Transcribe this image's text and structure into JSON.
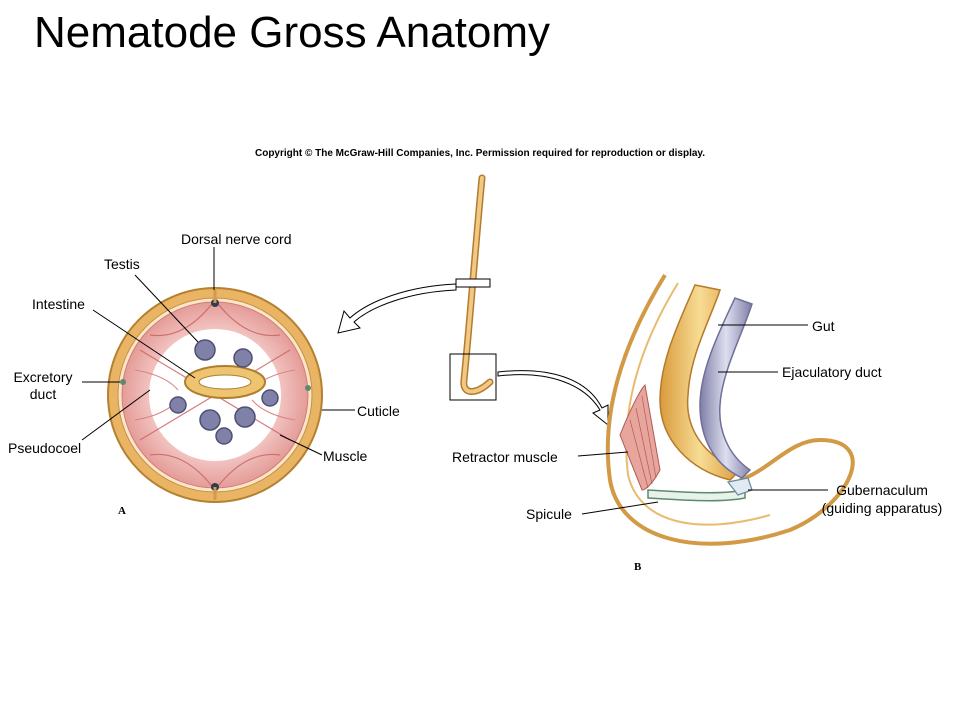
{
  "title": "Nematode Gross Anatomy",
  "copyright": "Copyright © The McGraw-Hill Companies, Inc. Permission required for reproduction or display.",
  "panel_a": {
    "letter": "A",
    "labels": {
      "dorsal_nerve_cord": "Dorsal nerve cord",
      "testis": "Testis",
      "intestine": "Intestine",
      "excretory_duct": "Excretory duct",
      "pseudocoel": "Pseudocoel",
      "cuticle": "Cuticle",
      "muscle": "Muscle"
    }
  },
  "panel_b": {
    "letter": "B",
    "labels": {
      "gut": "Gut",
      "ejaculatory_duct": "Ejaculatory duct",
      "retractor_muscle": "Retractor muscle",
      "spicule": "Spicule",
      "gubernaculum": "Gubernaculum",
      "gubernaculum_note": "(guiding apparatus)"
    }
  },
  "colors": {
    "cuticle": "#e6b46a",
    "muscle": "#e9a3a0",
    "muscle_dark": "#c65a5a",
    "gut": "#e8c06a",
    "duct": "#9c9cc0",
    "gonad": "#7d7fa6"
  }
}
